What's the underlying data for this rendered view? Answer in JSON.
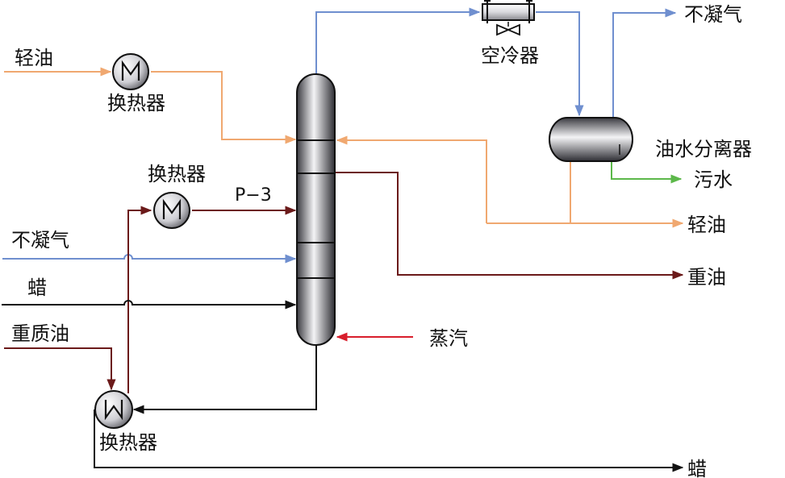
{
  "labels": {
    "light_oil_in": "轻油",
    "hx_top": "换热器",
    "hx_mid": "换热器",
    "p3": "P−3",
    "noncond_in": "不凝气",
    "wax_in": "蜡",
    "heavy_oil_in": "重质油",
    "hx_bottom": "换热器",
    "air_cooler": "空冷器",
    "noncond_out": "不凝气",
    "separator": "油水分离器",
    "sewage": "污水",
    "light_oil_out": "轻油",
    "heavy_oil_out": "重油",
    "steam": "蒸汽",
    "wax_out": "蜡"
  },
  "colors": {
    "light_oil": "#f0a870",
    "gas": "#6f8fcf",
    "heavy": "#6b1a1a",
    "steam": "#d81e2c",
    "sewage": "#5cb84a",
    "wax": "#111111"
  },
  "icons": {
    "heat_exchanger": "circle-m-icon",
    "air_cooler": "fan-icon",
    "column": "distillation-column-icon",
    "separator": "horizontal-drum-icon"
  }
}
